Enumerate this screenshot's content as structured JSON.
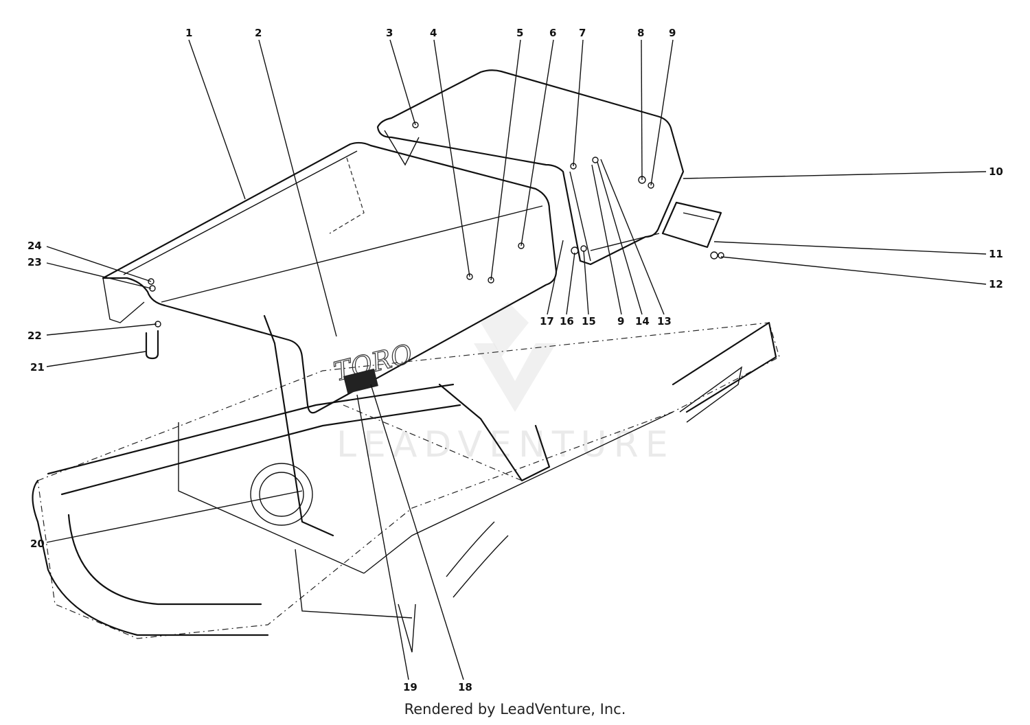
{
  "diagram": {
    "brand_label": "TORO",
    "watermark": "LEADVENTURE",
    "callouts": [
      "1",
      "2",
      "3",
      "4",
      "5",
      "6",
      "7",
      "8",
      "9",
      "10",
      "11",
      "12",
      "13",
      "14",
      "15",
      "16",
      "17",
      "9",
      "18",
      "19",
      "20",
      "21",
      "22",
      "23",
      "24"
    ]
  },
  "footer": {
    "credit": "Rendered by LeadVenture, Inc."
  }
}
